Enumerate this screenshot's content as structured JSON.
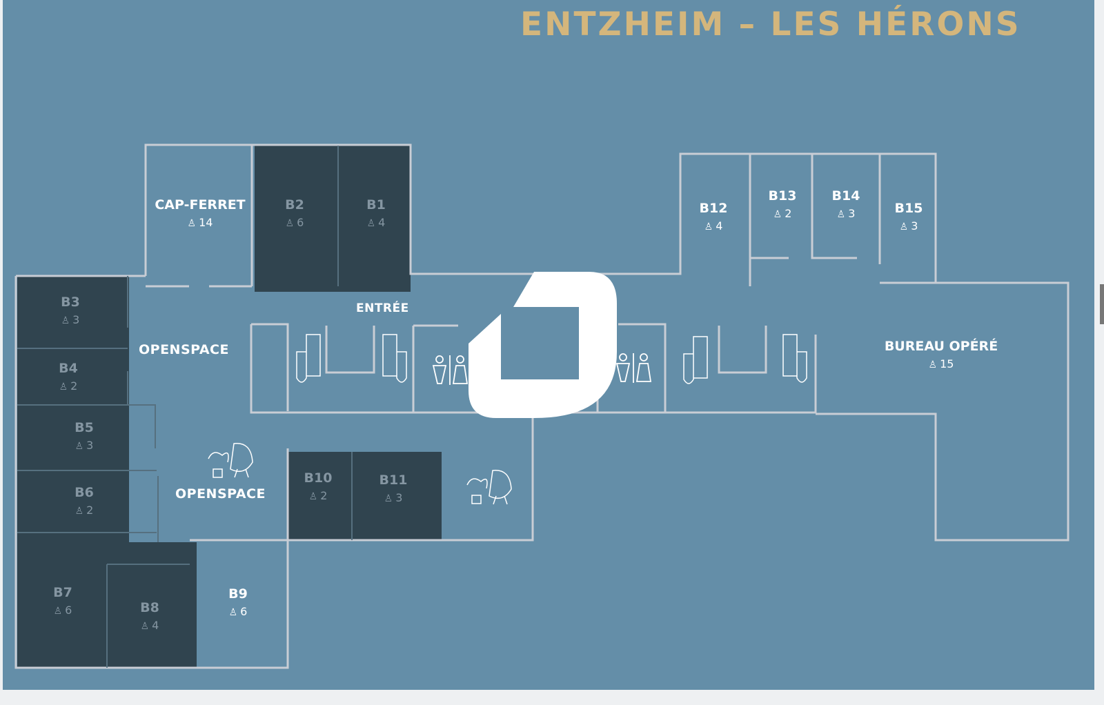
{
  "title": "ENTZHEIM – LES HÉRONS",
  "rooms": [
    {
      "name": "CAP-FERRET",
      "capacity": "14",
      "status": "free"
    },
    {
      "name": "B2",
      "capacity": "6",
      "status": "occupied"
    },
    {
      "name": "B1",
      "capacity": "4",
      "status": "occupied"
    },
    {
      "name": "B3",
      "capacity": "3",
      "status": "occupied"
    },
    {
      "name": "B4",
      "capacity": "2",
      "status": "occupied"
    },
    {
      "name": "B5",
      "capacity": "3",
      "status": "occupied"
    },
    {
      "name": "B6",
      "capacity": "2",
      "status": "occupied"
    },
    {
      "name": "B7",
      "capacity": "6",
      "status": "occupied"
    },
    {
      "name": "B8",
      "capacity": "4",
      "status": "occupied"
    },
    {
      "name": "B9",
      "capacity": "6",
      "status": "free"
    },
    {
      "name": "B10",
      "capacity": "2",
      "status": "occupied"
    },
    {
      "name": "B11",
      "capacity": "3",
      "status": "occupied"
    },
    {
      "name": "B12",
      "capacity": "4",
      "status": "free"
    },
    {
      "name": "B13",
      "capacity": "2",
      "status": "free"
    },
    {
      "name": "B14",
      "capacity": "3",
      "status": "free"
    },
    {
      "name": "B15",
      "capacity": "3",
      "status": "free"
    },
    {
      "name": "BUREAU OPÉRÉ",
      "capacity": "15",
      "status": "free"
    }
  ],
  "areas": {
    "openspace_top": "OPENSPACE",
    "openspace_bottom": "OPENSPACE",
    "entrance": "ENTRÉE"
  },
  "icons": {
    "person": "person-icon",
    "stairs": "spiral-stairs-icon",
    "restroom": "restroom-icon",
    "plant": "plant-chair-icon",
    "logo": "brand-logo"
  },
  "colors": {
    "background": "#648ea8",
    "occupied": "#30444f",
    "title": "#d4b67c",
    "walls": "#c9cdd5"
  }
}
